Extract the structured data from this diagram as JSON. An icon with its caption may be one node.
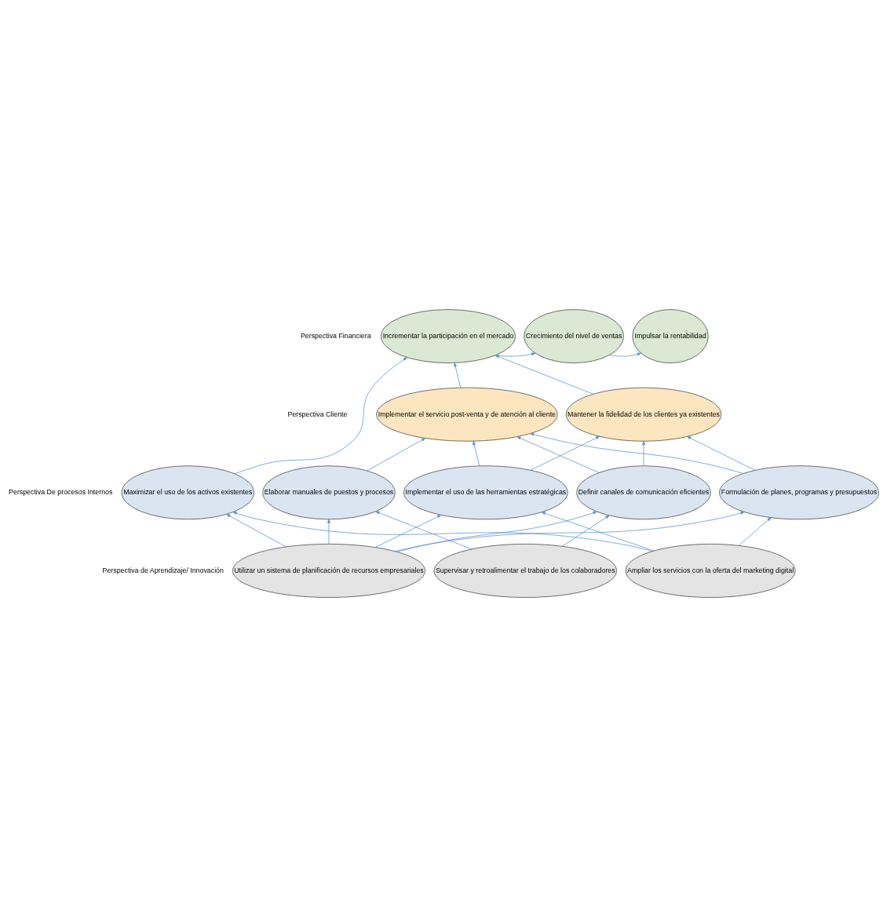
{
  "diagram": {
    "nodes": [
      {
        "text": [
          "Incrementar la participación en el mercado"
        ]
      },
      {
        "text": [
          "Crecimiento del nivel de ventas"
        ]
      },
      {
        "text": [
          "Impulsar la rentabilidad"
        ]
      },
      {
        "text": [
          "Implementar el servicio post-venta y de atención al cliente"
        ]
      },
      {
        "text": [
          "Mantener la fidelidad de los clientes ya existentes"
        ]
      },
      {
        "text": [
          "Maximizar el uso de los activos existentes"
        ]
      },
      {
        "text": [
          "Elaborar manuales de puestos y procesos"
        ]
      },
      {
        "text": [
          "Implementar el uso de las herramientas estratégicas"
        ]
      },
      {
        "text": [
          "Definir canales de comunicación eficientes"
        ]
      },
      {
        "text": [
          "Formulación de planes, programas y presupuestos"
        ]
      },
      {
        "text": [
          "Utilizar un sistema de planificación de recursos empresariales"
        ]
      },
      {
        "text": [
          "Supervisar y retroalimentar el trabajo de los colaboradores"
        ]
      },
      {
        "text": [
          "Ampliar los servicios con la oferta del marketing digital"
        ]
      }
    ],
    "edges": [
      {
        "from": 0,
        "to": 1,
        "arrow": "to"
      },
      {
        "from": 1,
        "to": 2,
        "arrow": "to"
      },
      {
        "from": 5,
        "to": 0,
        "arrow": "to"
      },
      {
        "from": 3,
        "to": 0,
        "arrow": "to"
      },
      {
        "from": 4,
        "to": 0,
        "arrow": "to"
      },
      {
        "from": 6,
        "to": 3,
        "arrow": "to"
      },
      {
        "from": 7,
        "to": 3,
        "arrow": "to"
      },
      {
        "from": 7,
        "to": 4,
        "arrow": "to"
      },
      {
        "from": 8,
        "to": 3,
        "arrow": "to"
      },
      {
        "from": 9,
        "to": 3,
        "arrow": "to"
      },
      {
        "from": 8,
        "to": 4,
        "arrow": "to"
      },
      {
        "from": 9,
        "to": 4,
        "arrow": "to"
      },
      {
        "from": 10,
        "to": 5,
        "arrow": "to"
      },
      {
        "from": 10,
        "to": 6,
        "arrow": "to"
      },
      {
        "from": 10,
        "to": 7,
        "arrow": "to"
      },
      {
        "from": 10,
        "to": 8,
        "arrow": "to"
      },
      {
        "from": 10,
        "to": 9,
        "arrow": "to"
      },
      {
        "from": 11,
        "to": 6,
        "arrow": "to"
      },
      {
        "from": 11,
        "to": 8,
        "arrow": "to"
      },
      {
        "from": 12,
        "to": 5,
        "arrow": "to"
      },
      {
        "from": 12,
        "to": 7,
        "arrow": "to"
      },
      {
        "from": 12,
        "to": 9,
        "arrow": "to"
      }
    ],
    "labels": [
      "Perspectiva Financiera",
      "Perspectiva Cliente",
      "Perspectiva De procesos Internos",
      "Perspectiva de Aprendizaje/ Innovación"
    ]
  }
}
